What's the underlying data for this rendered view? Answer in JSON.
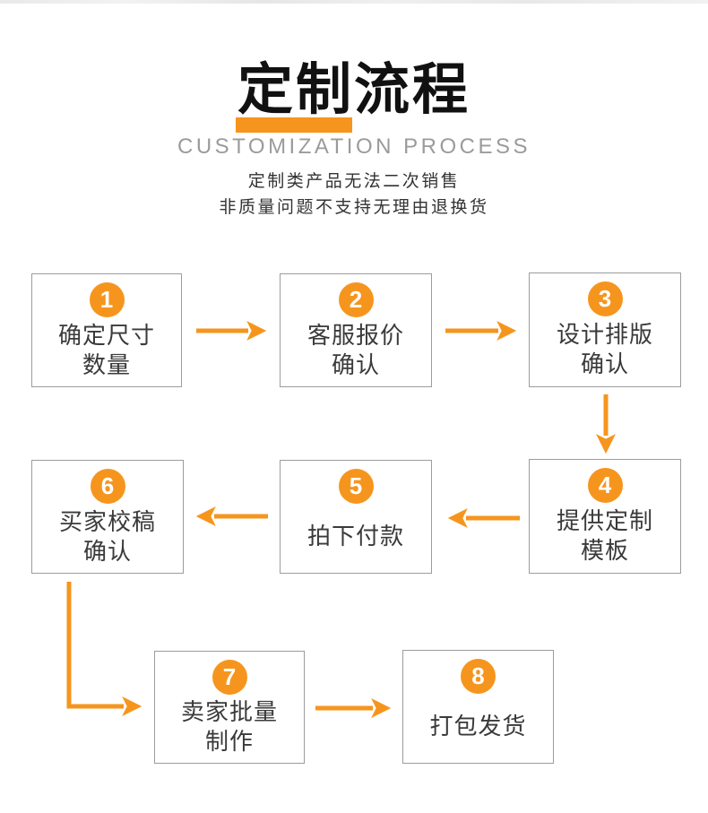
{
  "colors": {
    "accent": "#F6951D",
    "box_border": "#9c9c9c",
    "title_black": "#111111",
    "subtitle_gray": "#9b9b9b",
    "text_dark": "#333333"
  },
  "header": {
    "title": "定制流程",
    "subtitle": "CUSTOMIZATION PROCESS",
    "tagline_line1": "定制类产品无法二次销售",
    "tagline_line2": "非质量问题不支持无理由退换货"
  },
  "flow": {
    "steps": [
      {
        "number": "1",
        "line1": "确定尺寸",
        "line2": "数量"
      },
      {
        "number": "2",
        "line1": "客服报价",
        "line2": "确认"
      },
      {
        "number": "3",
        "line1": "设计排版",
        "line2": "确认"
      },
      {
        "number": "4",
        "line1": "提供定制",
        "line2": "模板"
      },
      {
        "number": "5",
        "line1": "拍下付款",
        "line2": ""
      },
      {
        "number": "6",
        "line1": "买家校稿",
        "line2": "确认"
      },
      {
        "number": "7",
        "line1": "卖家批量",
        "line2": "制作"
      },
      {
        "number": "8",
        "line1": "打包发货",
        "line2": ""
      }
    ],
    "connections": [
      {
        "from": "1",
        "to": "2"
      },
      {
        "from": "2",
        "to": "3"
      },
      {
        "from": "3",
        "to": "4"
      },
      {
        "from": "4",
        "to": "5"
      },
      {
        "from": "5",
        "to": "6"
      },
      {
        "from": "6",
        "to": "7"
      },
      {
        "from": "7",
        "to": "8"
      }
    ]
  }
}
